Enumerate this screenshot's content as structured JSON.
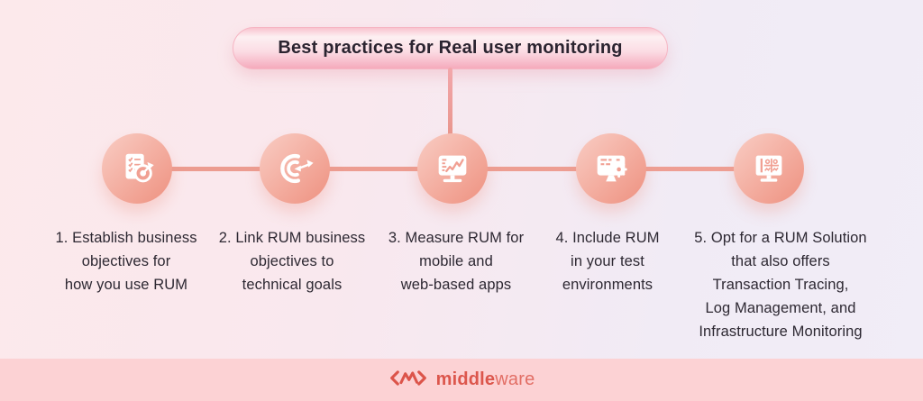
{
  "title": "Best practices for Real user monitoring",
  "steps": [
    {
      "icon": "checklist-target-icon",
      "label": "1. Establish business\nobjectives for\nhow you use RUM"
    },
    {
      "icon": "target-arrow-icon",
      "label": "2. Link RUM business\nobjectives to\ntechnical goals"
    },
    {
      "icon": "monitor-chart-icon",
      "label": "3. Measure RUM for\nmobile and\nweb-based apps"
    },
    {
      "icon": "monitor-gear-icon",
      "label": "4. Include RUM\nin your test\nenvironments"
    },
    {
      "icon": "monitor-dashboard-icon",
      "label": "5. Opt for a RUM Solution\nthat also offers\nTransaction Tracing,\nLog Management, and\nInfrastructure Monitoring"
    }
  ],
  "footer": {
    "brand_bold": "middle",
    "brand_light": "ware"
  },
  "colors": {
    "background_left": "#fce9eb",
    "background_right": "#f1edf7",
    "pill_bottom": "#f5aabc",
    "connector": "#ec9c90",
    "circle_gradient_start": "#f9cdc4",
    "circle_gradient_end": "#ee9180",
    "text": "#2d2832",
    "footer_band": "#fcd2d4",
    "brand": "#dc564c"
  }
}
